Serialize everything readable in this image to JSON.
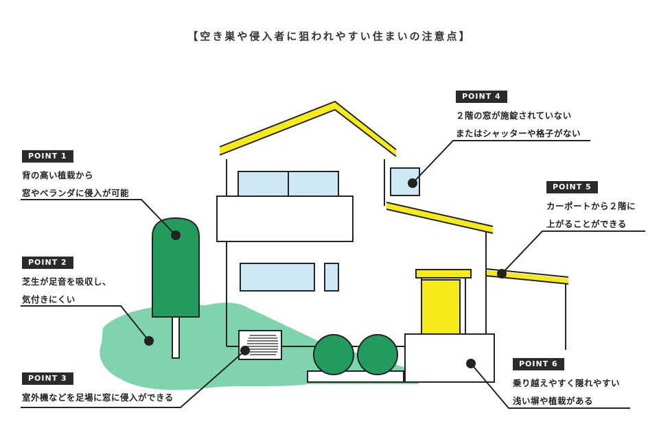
{
  "title": "【空き巣や侵入者に狙われやすい住まいの注意点】",
  "colors": {
    "roof_yellow": "#f6ea1a",
    "door_yellow": "#f6ea1a",
    "window_blue": "#cfe8f6",
    "lawn_green": "#7fd3ad",
    "tree_green": "#239a5e",
    "line_dark": "#222222",
    "badge_bg": "#2b2b2b"
  },
  "points": [
    {
      "badge": "POINT 1",
      "lines": [
        "背の高い植栽から",
        "窓やベランダに侵入が可能"
      ]
    },
    {
      "badge": "POINT 2",
      "lines": [
        "芝生が足音を吸収し、",
        "気付きにくい"
      ]
    },
    {
      "badge": "POINT 3",
      "lines": [
        "室外機などを足場に窓に侵入ができる"
      ]
    },
    {
      "badge": "POINT 4",
      "lines": [
        "２階の窓が施錠されていない",
        "またはシャッターや格子がない"
      ]
    },
    {
      "badge": "POINT 5",
      "lines": [
        "カーポートから２階に",
        "上がることができる"
      ]
    },
    {
      "badge": "POINT 6",
      "lines": [
        "乗り越えやすく隠れやすい",
        "浅い塀や植栽がある"
      ]
    }
  ]
}
